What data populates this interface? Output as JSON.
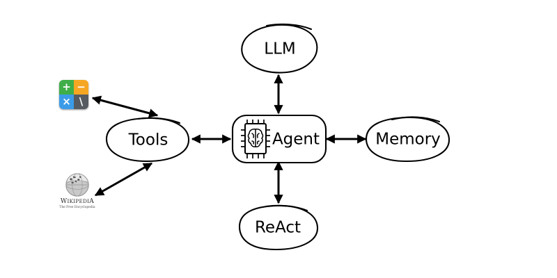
{
  "diagram": {
    "type": "node-link-diagram",
    "style": "hand-drawn-sketch",
    "background_color": "#ffffff",
    "stroke_color": "#000000",
    "center_node": {
      "id": "agent",
      "label": "Agent",
      "shape": "rounded-rectangle",
      "icon": "brain-chip-icon"
    },
    "nodes": [
      {
        "id": "llm",
        "label": "LLM",
        "shape": "ellipse",
        "position": "top"
      },
      {
        "id": "tools",
        "label": "Tools",
        "shape": "ellipse",
        "position": "left"
      },
      {
        "id": "memory",
        "label": "Memory",
        "shape": "ellipse",
        "position": "right"
      },
      {
        "id": "react",
        "label": "ReAct",
        "shape": "ellipse",
        "position": "bottom"
      }
    ],
    "edges": [
      {
        "from": "agent",
        "to": "llm",
        "direction": "bidirectional"
      },
      {
        "from": "agent",
        "to": "tools",
        "direction": "bidirectional"
      },
      {
        "from": "agent",
        "to": "memory",
        "direction": "bidirectional"
      },
      {
        "from": "agent",
        "to": "react",
        "direction": "bidirectional"
      },
      {
        "from": "tools",
        "to": "calculator",
        "direction": "bidirectional"
      },
      {
        "from": "tools",
        "to": "wikipedia",
        "direction": "bidirectional"
      }
    ],
    "tool_icons": [
      {
        "id": "calculator",
        "icon": "calculator-icon",
        "keys": [
          {
            "name": "plus-key",
            "glyph": "+",
            "color": "#3FAE49"
          },
          {
            "name": "minus-key",
            "glyph": "−",
            "color": "#F5A623"
          },
          {
            "name": "multiply-key",
            "glyph": "×",
            "color": "#3B9BE8"
          },
          {
            "name": "divide-key",
            "glyph": "\\",
            "color": "#555B60"
          }
        ]
      },
      {
        "id": "wikipedia",
        "icon": "wikipedia-icon",
        "wordmark_lead": "W",
        "wordmark_rest": "IKIPEDI",
        "wordmark_tail": "A",
        "tagline": "The Free Encyclopedia"
      }
    ]
  }
}
